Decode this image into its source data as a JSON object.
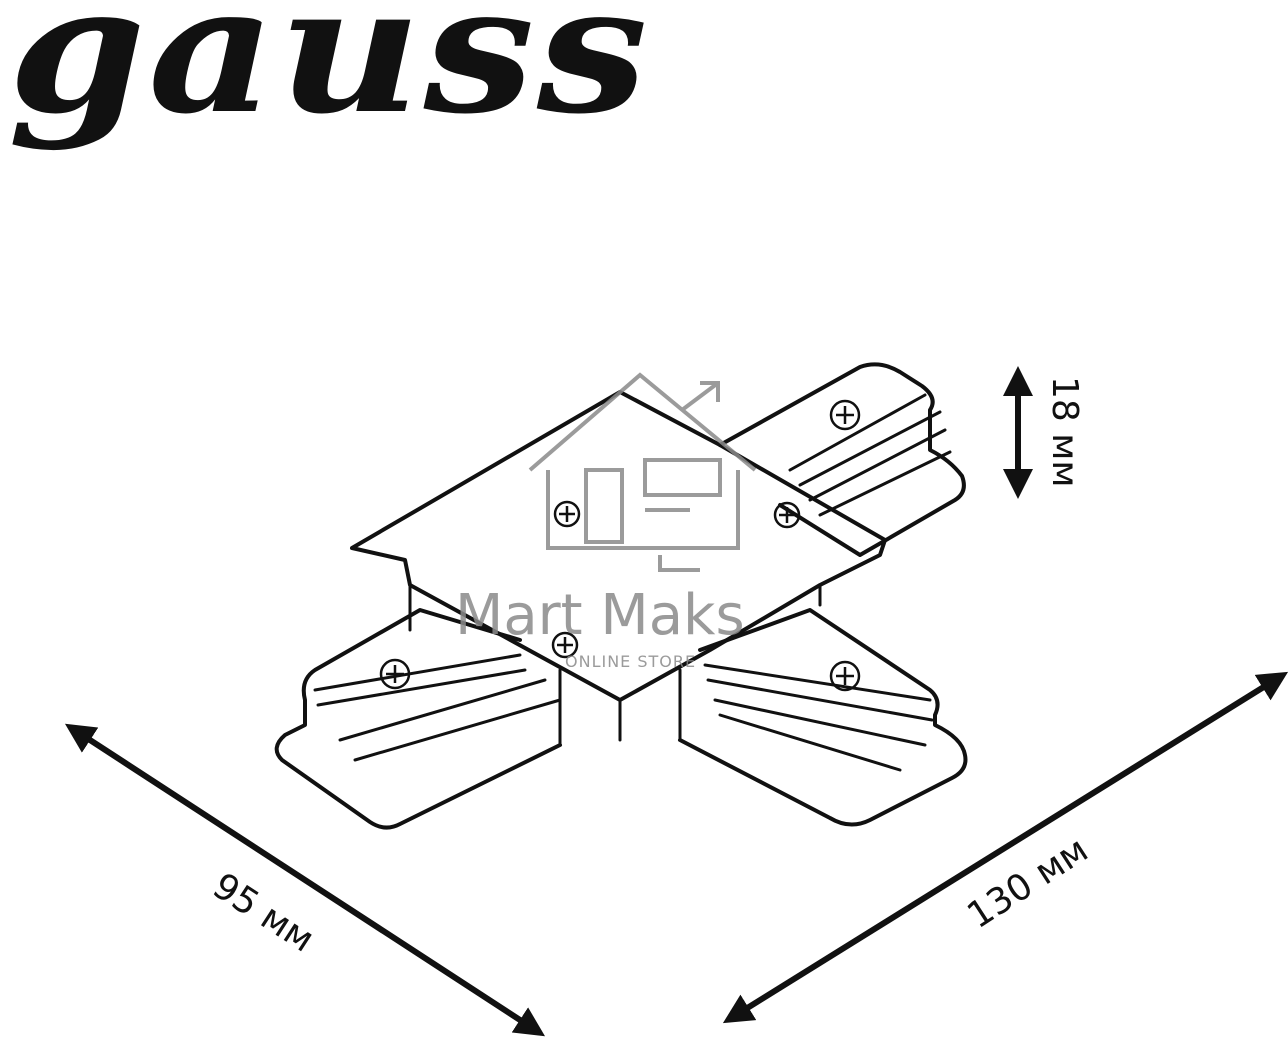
{
  "brand": {
    "logo_text": "gauss"
  },
  "dimensions": {
    "height_label": "18 мм",
    "width_label": "95 мм",
    "length_label": "130 мм"
  },
  "watermark": {
    "title": "Mart Maks",
    "subtitle": "ONLINE STORE",
    "color": "#8a8a8a"
  },
  "colors": {
    "line": "#111111",
    "background": "#ffffff"
  }
}
